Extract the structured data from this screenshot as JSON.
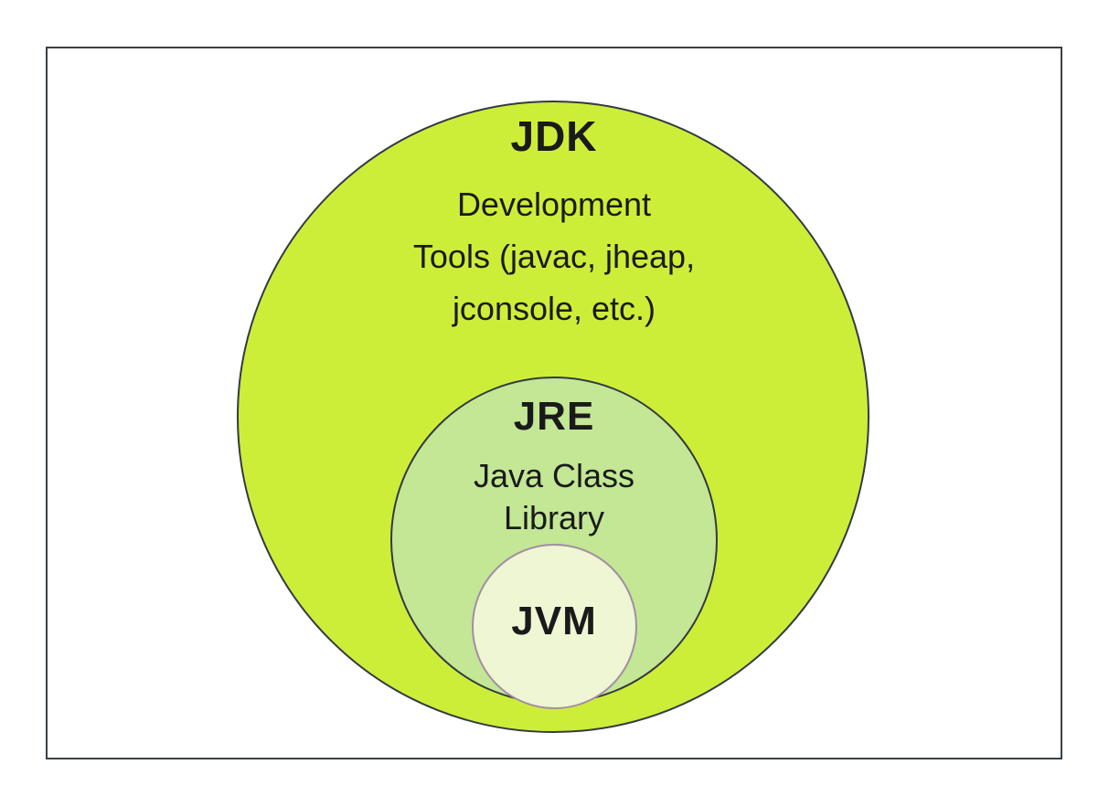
{
  "colors": {
    "canvas_bg": "#ffffff",
    "frame_border": "#3a4047",
    "jdk_fill": "#cdee39",
    "jre_fill": "#c3e794",
    "jvm_fill": "#eef6d3",
    "circle_border": "#333a42",
    "jvm_border": "#a38da4",
    "text": "#1a1a1a"
  },
  "diagram": {
    "jdk": {
      "title": "JDK",
      "description": "Development\nTools (javac, jheap,\njconsole, etc.)"
    },
    "jre": {
      "title": "JRE",
      "description": "Java Class\nLibrary"
    },
    "jvm": {
      "title": "JVM"
    }
  }
}
